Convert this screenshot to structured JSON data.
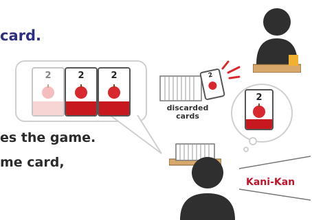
{
  "text": {
    "line1": "card.",
    "line2": "es the game.",
    "line3": "me card,"
  },
  "table_cards": [
    {
      "number": "2",
      "style": "faded"
    },
    {
      "number": "2",
      "style": "normal"
    },
    {
      "number": "2",
      "style": "normal"
    }
  ],
  "discard_card": {
    "number": "2"
  },
  "discard_label": "discarded\ncards",
  "thought_card": {
    "number": "2"
  },
  "call_label": "Kani-Kan",
  "colors": {
    "apple_red": "#d9272e",
    "band_red": "#c8181f",
    "band_faded": "#f2b3b3",
    "wood": "#d8a86a",
    "person": "#2f2f2f",
    "call_text": "#c0152b",
    "title_text": "#2f2f7f"
  }
}
